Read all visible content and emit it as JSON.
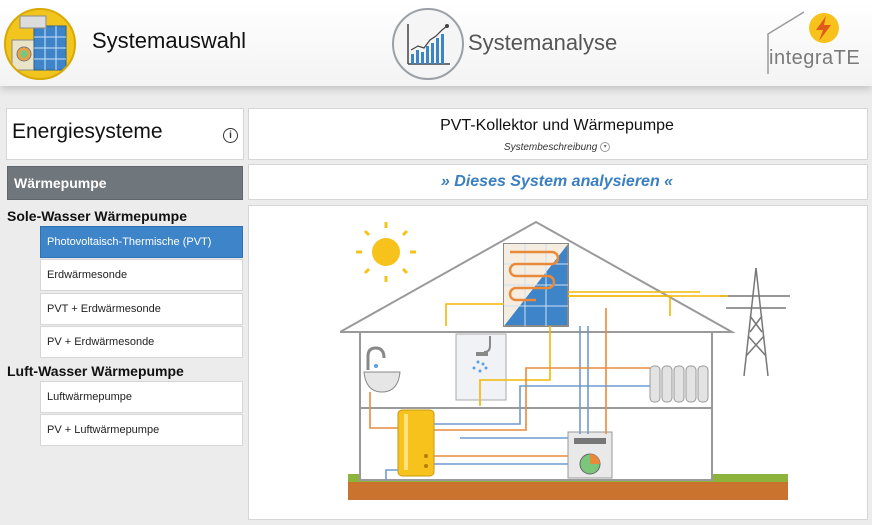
{
  "header": {
    "nav_systemauswahl": "Systemauswahl",
    "nav_systemanalyse": "Systemanalyse",
    "logo_text": "integraTE",
    "systemauswahl_icon": "solar-panels-icon",
    "systemanalyse_icon": "bar-chart-icon",
    "logo_icon": "lightning-bolt-icon"
  },
  "sidebar": {
    "title": "Energiesysteme",
    "active_category": "Wärmepumpe",
    "groups": [
      {
        "title": "Sole-Wasser Wärmepumpe",
        "options": [
          "Photovoltaisch-Thermische (PVT)",
          "Erdwärmesonde",
          "PVT + Erdwärmesonde",
          "PV + Erdwärmesonde"
        ]
      },
      {
        "title": "Luft-Wasser Wärmepumpe",
        "options": [
          "Luftwärmepumpe",
          "PV + Luftwärmepumpe"
        ]
      }
    ],
    "selected_option": "Photovoltaisch-Thermische (PVT)"
  },
  "main": {
    "title": "PVT-Kollektor und Wärmepumpe",
    "subtitle": "Systembeschreibung",
    "analyse_link": "» Dieses System analysieren «"
  },
  "colors": {
    "accent_blue": "#3e84c9",
    "link_blue": "#3a7fc1",
    "active_gray": "#6f767c",
    "pipe_orange": "#e98a3b",
    "pipe_blue": "#6f9bd0",
    "pipe_yellow": "#f2b705",
    "sun_yellow": "#f7c21b"
  }
}
